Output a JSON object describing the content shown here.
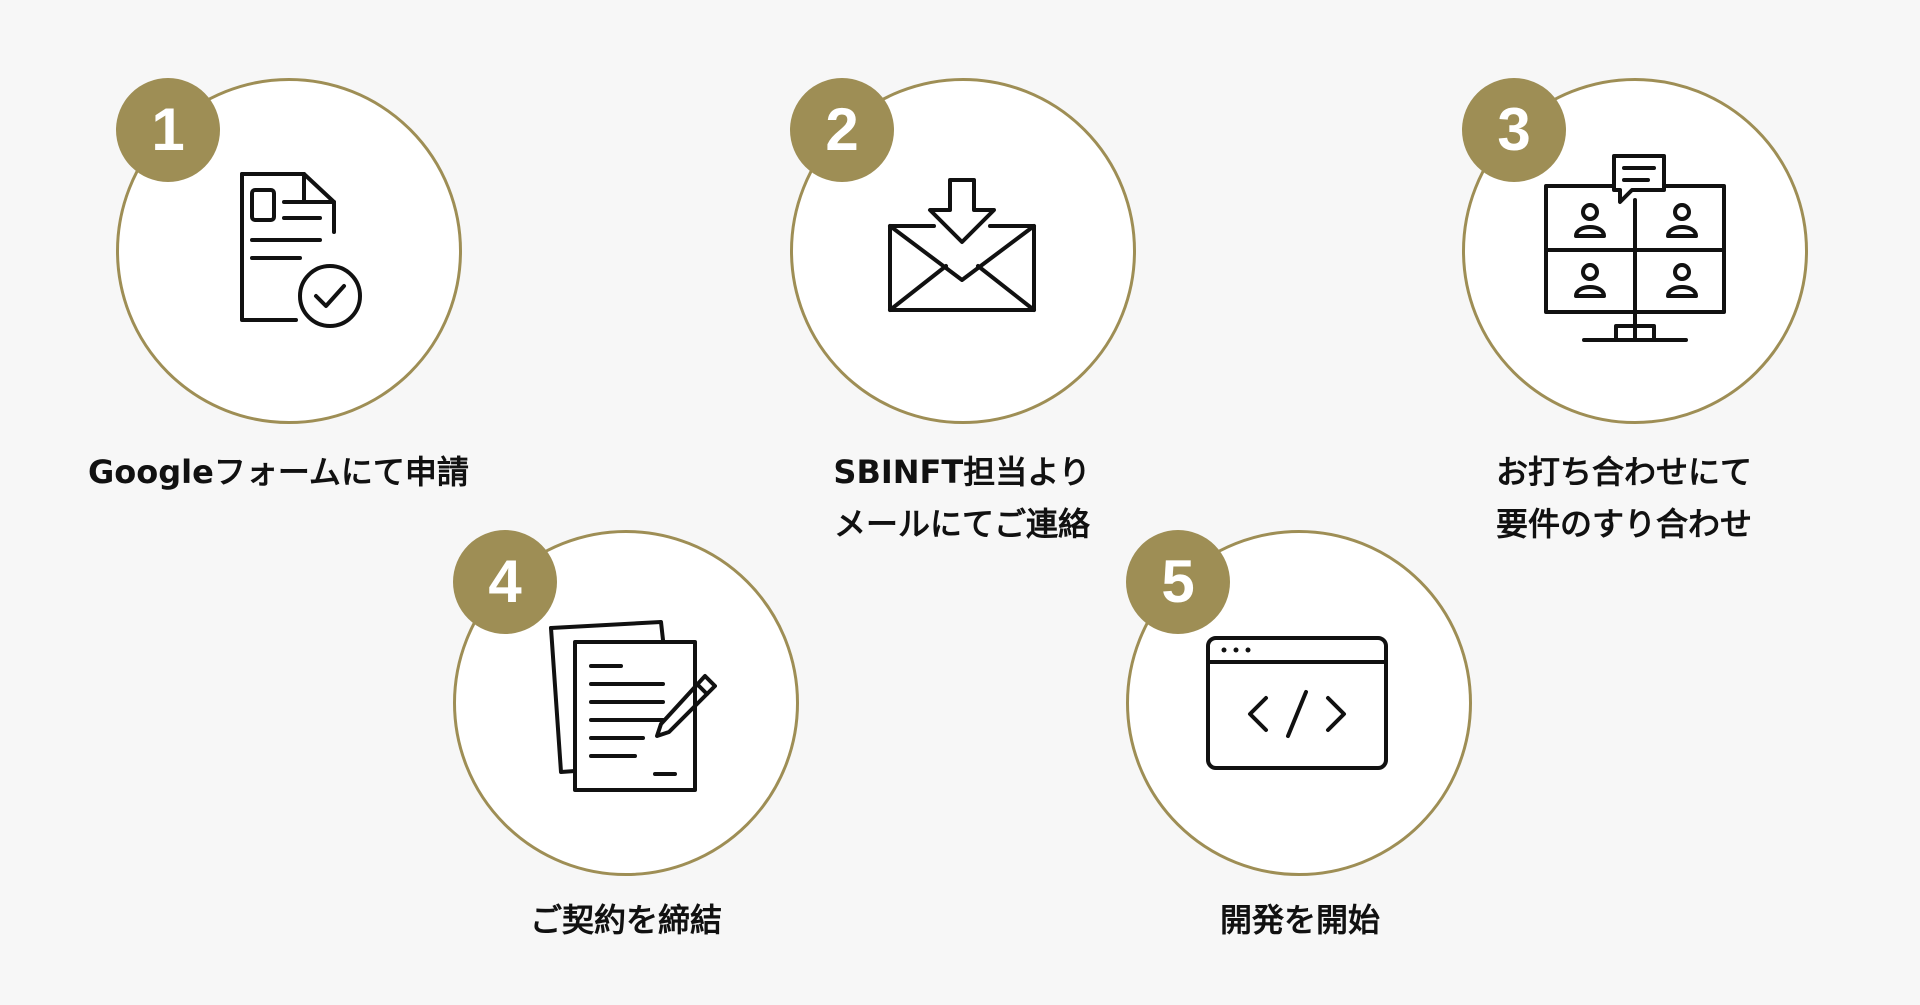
{
  "theme": {
    "accent": "#9e8e55",
    "background": "#f7f7f7",
    "circle_fill": "#ffffff",
    "text": "#111111"
  },
  "steps": [
    {
      "number": "1",
      "icon": "form-check-icon",
      "lines": [
        "Googleフォームにて申請"
      ]
    },
    {
      "number": "2",
      "icon": "mail-download-icon",
      "lines": [
        "SBINFT担当より",
        "メールにてご連絡"
      ]
    },
    {
      "number": "3",
      "icon": "video-meeting-icon",
      "lines": [
        "お打ち合わせにて",
        "要件のすり合わせ"
      ]
    },
    {
      "number": "4",
      "icon": "contract-sign-icon",
      "lines": [
        "ご契約を締結"
      ]
    },
    {
      "number": "5",
      "icon": "code-window-icon",
      "lines": [
        "開発を開始"
      ]
    }
  ]
}
